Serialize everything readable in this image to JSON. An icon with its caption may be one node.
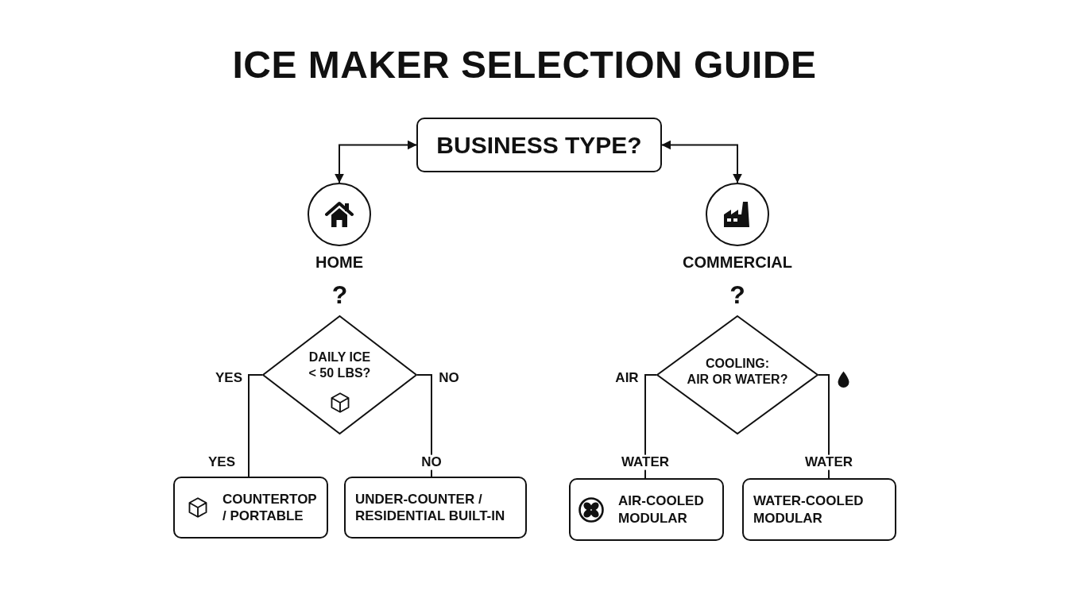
{
  "diagram": {
    "title": "ICE MAKER SELECTION GUIDE",
    "nodes": [
      {
        "text": [
          "BUSINESS TYPE?"
        ]
      },
      {
        "text": [],
        "shape": "circle",
        "beside": [
          "HOME"
        ]
      },
      {
        "text": [],
        "shape": "circle",
        "beside": [
          "COMMERCIAL"
        ]
      },
      {
        "text": [
          "DAILY ICE < 50 LBS?"
        ],
        "beside": [
          "?"
        ]
      },
      {
        "text": [
          "COOLING:",
          "AIR OR WATER?"
        ],
        "beside": [
          "?"
        ]
      },
      {
        "text": [
          "COUNTERTOP / PORTABLE"
        ]
      },
      {
        "text": [
          "UNDER-COUNTER / RESIDENTIAL BUILT-IN"
        ]
      },
      {
        "text": [
          "AIR-COOLED MODULAR"
        ]
      },
      {
        "text": [
          "WATER-COOLED MODULAR"
        ]
      }
    ],
    "edges": [
      {
        "from": 0,
        "to": 1,
        "arrow": "both"
      },
      {
        "from": 0,
        "to": 2,
        "arrow": "both"
      },
      {
        "from": 3,
        "to": 5,
        "arrow": "none",
        "label": "YES"
      },
      {
        "from": 3,
        "to": 6,
        "arrow": "none",
        "label": "NO"
      },
      {
        "from": 4,
        "to": 7,
        "arrow": "none",
        "label": "WATER"
      },
      {
        "from": 4,
        "to": 8,
        "arrow": "none",
        "label": "WATER"
      }
    ],
    "labels": [
      "YES",
      "NO",
      "AIR"
    ]
  }
}
